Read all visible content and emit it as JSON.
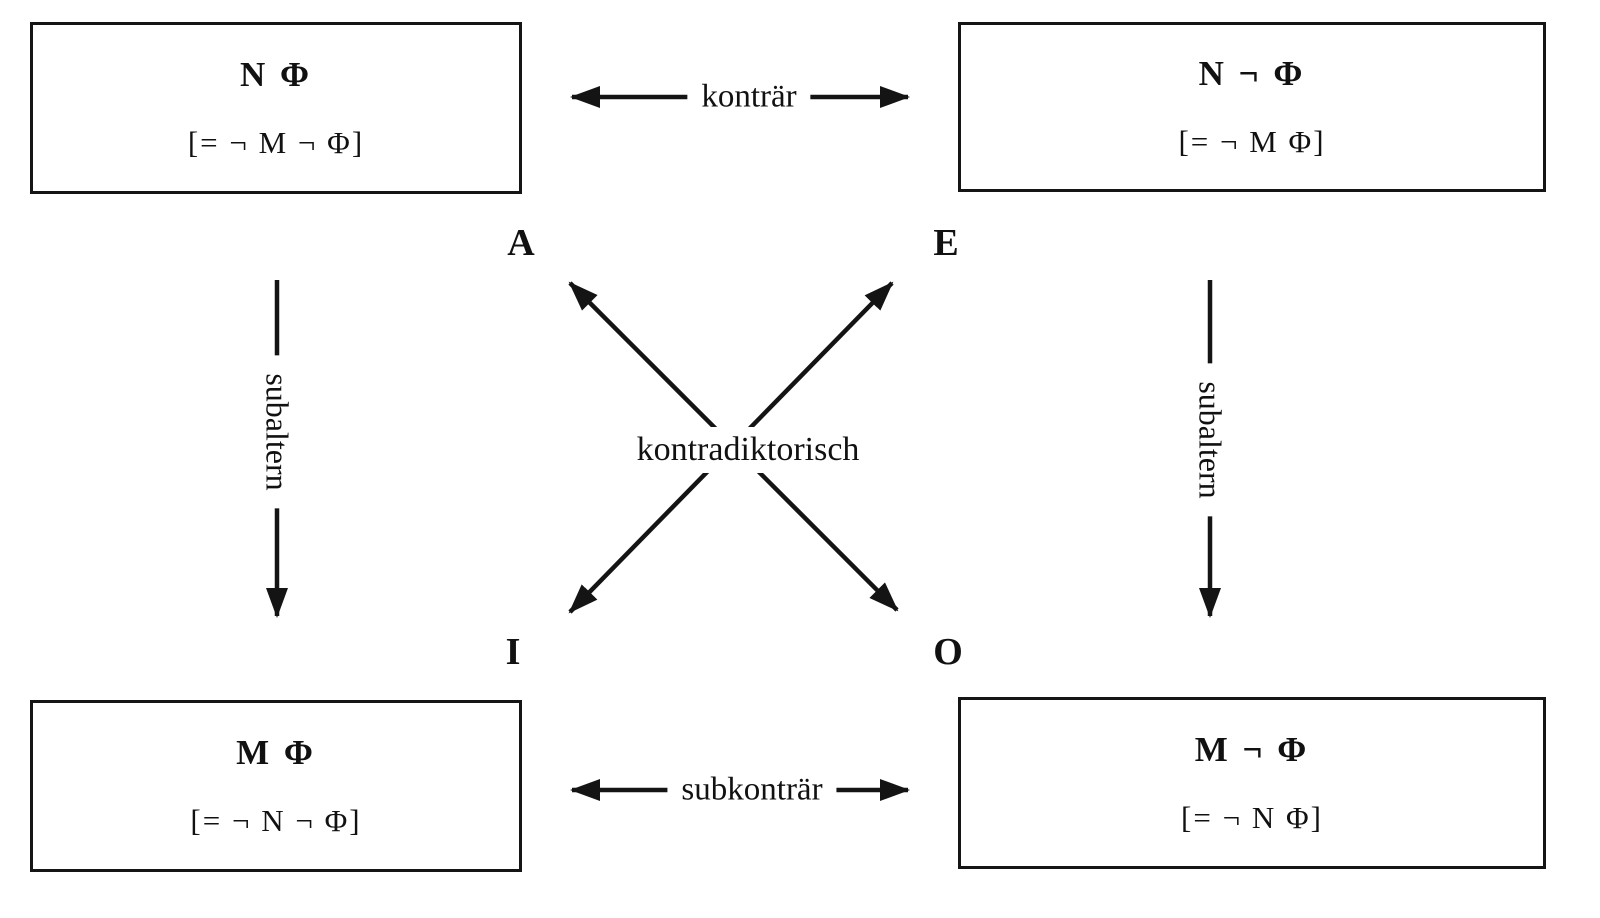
{
  "boxes": {
    "top_left": {
      "formula": "N Φ",
      "equiv": "[= ¬ M ¬ Φ]"
    },
    "top_right": {
      "formula": "N ¬ Φ",
      "equiv": "[= ¬ M Φ]"
    },
    "bottom_left": {
      "formula": "M Φ",
      "equiv": "[= ¬ N ¬ Φ]"
    },
    "bottom_right": {
      "formula": "M ¬ Φ",
      "equiv": "[= ¬ N Φ]"
    }
  },
  "corners": {
    "a": "A",
    "e": "E",
    "i": "I",
    "o": "O"
  },
  "relations": {
    "contrary": "konträr",
    "subcontrary": "subkonträr",
    "contradictory": "kontradiktorisch",
    "subaltern_left": "subaltern",
    "subaltern_right": "subaltern"
  },
  "colors": {
    "line": "#141414",
    "background": "#ffffff"
  }
}
